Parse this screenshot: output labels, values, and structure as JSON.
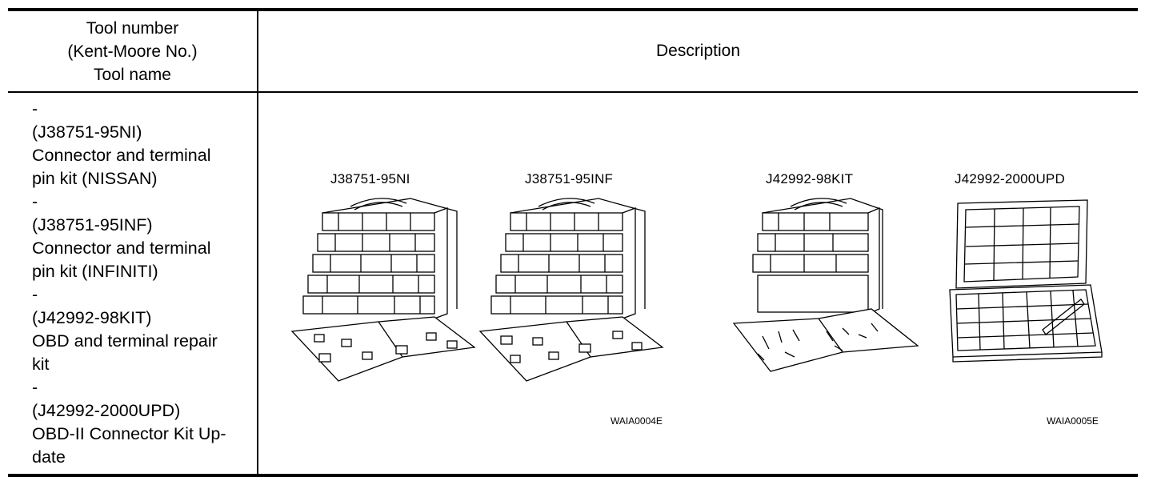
{
  "header": {
    "left_lines": [
      "Tool number",
      "(Kent-Moore No.)",
      "Tool name"
    ],
    "right": "Description"
  },
  "row": {
    "lines": [
      "-",
      "(J38751-95NI)",
      "Connector and terminal",
      "pin kit (NISSAN)",
      "-",
      "(J38751-95INF)",
      "Connector and terminal",
      "pin kit (INFINITI)",
      "-",
      "(J42992-98KIT)",
      "OBD and terminal repair",
      "kit",
      "-",
      "(J42992-2000UPD)",
      "OBD-II Connector Kit Up-",
      "date"
    ],
    "illustrations": [
      {
        "label": "J38751-95NI",
        "icon": "drawer-case-with-manual"
      },
      {
        "label": "J38751-95INF",
        "icon": "drawer-case-with-manual"
      },
      {
        "label": "J42992-98KIT",
        "icon": "drawer-case-with-manual"
      },
      {
        "label": "J42992-2000UPD",
        "icon": "open-compartment-case"
      }
    ],
    "figure_codes": [
      "WAIA0004E",
      "WAIA0005E"
    ]
  }
}
